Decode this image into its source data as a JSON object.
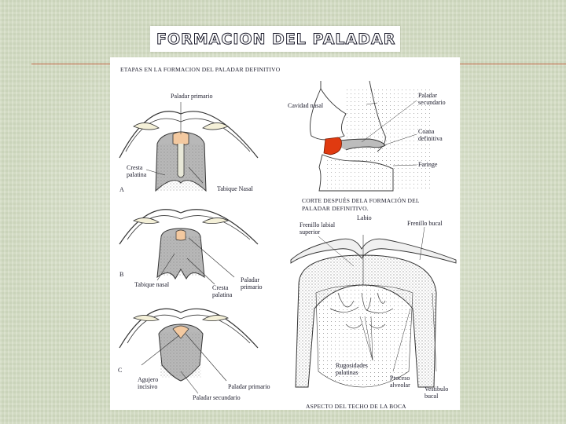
{
  "slide": {
    "title": "FORMACION DEL PALADAR"
  },
  "figure": {
    "header": "ETAPAS EN LA FORMACION DEL PALADAR DEFINITIVO",
    "stage_a": {
      "letter": "A",
      "paladar_primario": "Paladar primario",
      "cresta_palatina_1": "Cresta",
      "cresta_palatina_2": "palatina",
      "tabique_nasal": "Tabique Nasal"
    },
    "stage_b": {
      "letter": "B",
      "tabique_nasal": "Tabique nasal",
      "cresta_1": "Cresta",
      "cresta_2": "palatina",
      "paladar_primario_1": "Paladar",
      "paladar_primario_2": "primario"
    },
    "stage_c": {
      "letter": "C",
      "agujero_1": "Agujero",
      "agujero_2": "incisivo",
      "paladar_primario": "Paladar primario",
      "paladar_secundario": "Paladar secundario"
    },
    "sagittal": {
      "cavidad_nasal": "Cavidad nasal",
      "paladar_sec_1": "Paladar",
      "paladar_sec_2": "secundario",
      "coana_1": "Coana",
      "coana_2": "definitiva",
      "faringe": "Faringe"
    },
    "section_title_1": "CORTE DESPUÉS DELA FORMACIÓN DEL",
    "section_title_2": "PALADAR DEFINITIVO.",
    "roof": {
      "labio": "Labio",
      "frenillo_labial_1": "Frenillo labial",
      "frenillo_labial_2": "superior",
      "frenillo_bucal": "Frenillo bucal",
      "rugosidades_1": "Rugosidades",
      "rugosidades_2": "palatinas",
      "proceso_1": "Proceso",
      "proceso_2": "alveolar",
      "vestibulo_1": "Vestibulo",
      "vestibulo_2": "bucal",
      "caption": "ASPECTO DEL TECHO DE LA BOCA"
    },
    "colors": {
      "accent_red": "#e03a10",
      "stipple_gray": "#9a9a9a"
    }
  }
}
